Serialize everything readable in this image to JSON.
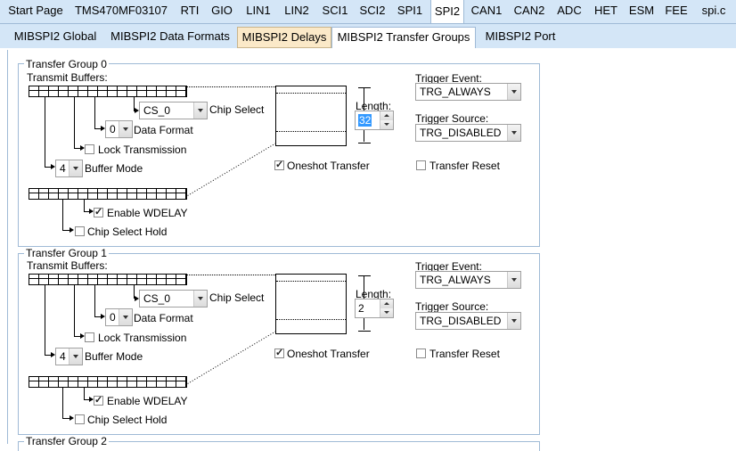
{
  "main_tabs": [
    {
      "label": "Start Page"
    },
    {
      "label": "TMS470MF03107"
    },
    {
      "label": "RTI"
    },
    {
      "label": "GIO"
    },
    {
      "label": "LIN1"
    },
    {
      "label": "LIN2"
    },
    {
      "label": "SCI1"
    },
    {
      "label": "SCI2"
    },
    {
      "label": "SPI1"
    },
    {
      "label": "SPI2"
    },
    {
      "label": "CAN1"
    },
    {
      "label": "CAN2"
    },
    {
      "label": "ADC"
    },
    {
      "label": "HET"
    },
    {
      "label": "ESM"
    },
    {
      "label": "FEE"
    },
    {
      "label": "spi.c"
    }
  ],
  "sub_tabs": [
    {
      "label": "MIBSPI2 Global"
    },
    {
      "label": "MIBSPI2 Data Formats"
    },
    {
      "label": "MIBSPI2 Delays"
    },
    {
      "label": "MIBSPI2 Transfer Groups"
    },
    {
      "label": "MIBSPI2 Port"
    }
  ],
  "active_main_tab": "SPI2",
  "active_sub_tab": "MIBSPI2 Transfer Groups",
  "labels": {
    "transmit_buffers": "Transmit Buffers:",
    "chip_select": "Chip Select",
    "data_format": "Data Format",
    "lock_transmission": "Lock Transmission",
    "buffer_mode": "Buffer Mode",
    "enable_wdelay": "Enable WDELAY",
    "chip_select_hold": "Chip Select Hold",
    "length": "Length:",
    "oneshot_transfer": "Oneshot Transfer",
    "trigger_event": "Trigger Event:",
    "trigger_source": "Trigger Source:",
    "transfer_reset": "Transfer Reset"
  },
  "groups": [
    {
      "title": "Transfer Group 0",
      "chip_select": "CS_0",
      "data_format": "0",
      "buffer_mode": "4",
      "length": "32",
      "trigger_event": "TRG_ALWAYS",
      "trigger_source": "TRG_DISABLED",
      "lock_transmission": false,
      "enable_wdelay": true,
      "chip_select_hold": false,
      "oneshot_transfer": true,
      "transfer_reset": false
    },
    {
      "title": "Transfer Group 1",
      "chip_select": "CS_0",
      "data_format": "0",
      "buffer_mode": "4",
      "length": "2",
      "trigger_event": "TRG_ALWAYS",
      "trigger_source": "TRG_DISABLED",
      "lock_transmission": false,
      "enable_wdelay": true,
      "chip_select_hold": false,
      "oneshot_transfer": true,
      "transfer_reset": false
    },
    {
      "title": "Transfer Group 2"
    }
  ]
}
